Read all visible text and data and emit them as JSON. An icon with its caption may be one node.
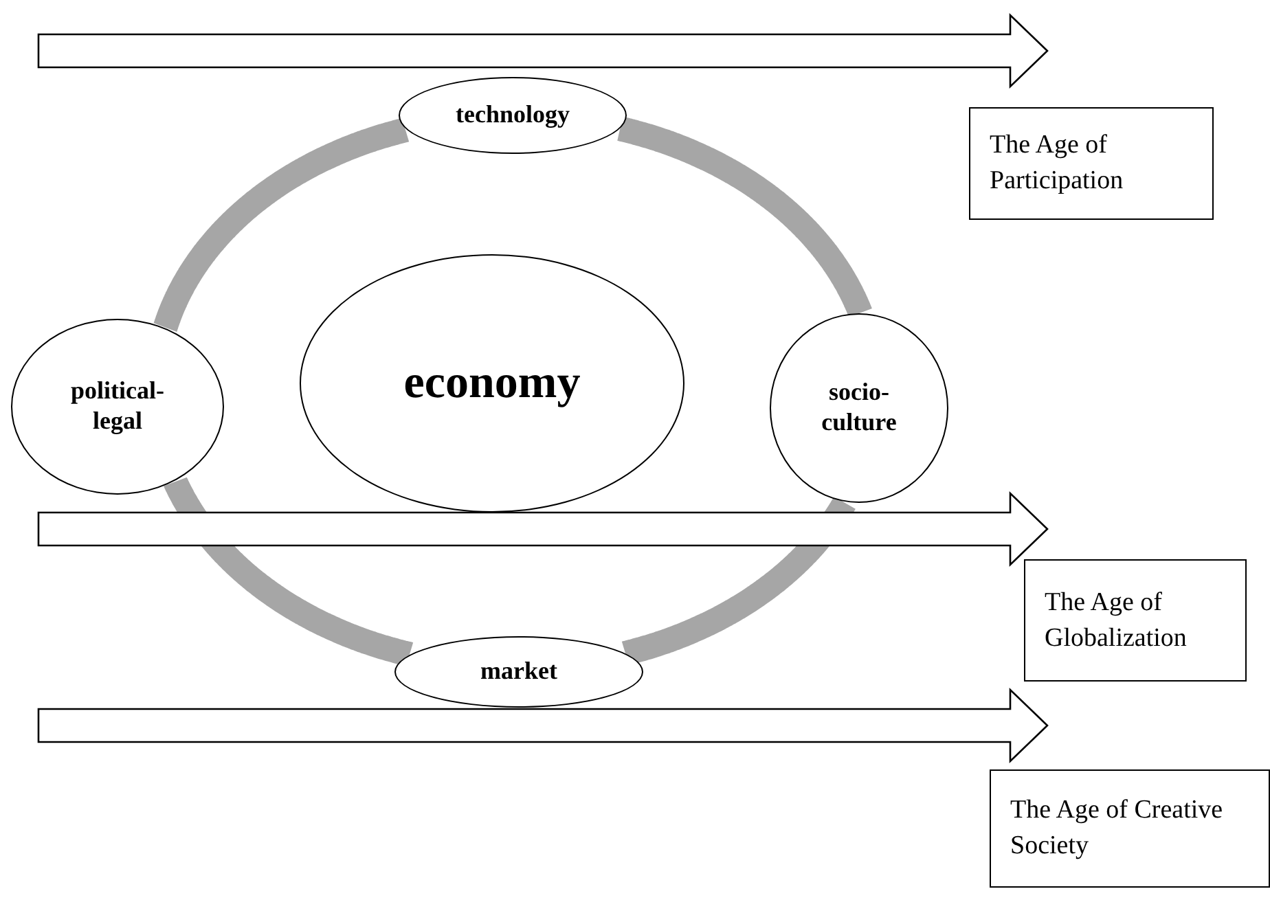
{
  "diagram": {
    "nodes": [
      {
        "text": [
          "technology"
        ]
      },
      {
        "text": [
          "The Age of Participation"
        ]
      },
      {
        "text": [
          "political-legal"
        ]
      },
      {
        "text": [
          "economy"
        ]
      },
      {
        "text": [
          "socio-culture"
        ]
      },
      {
        "text": [
          "The Age of Globalization"
        ]
      },
      {
        "text": [
          "market"
        ]
      },
      {
        "text": [
          "The Age of Creative Society"
        ]
      }
    ],
    "edges": [
      {
        "from": 0,
        "to": 4,
        "arrow": "none"
      },
      {
        "from": 4,
        "to": 6,
        "arrow": "none"
      },
      {
        "from": 6,
        "to": 2,
        "arrow": "none"
      },
      {
        "from": 2,
        "to": 0,
        "arrow": "none"
      }
    ]
  }
}
